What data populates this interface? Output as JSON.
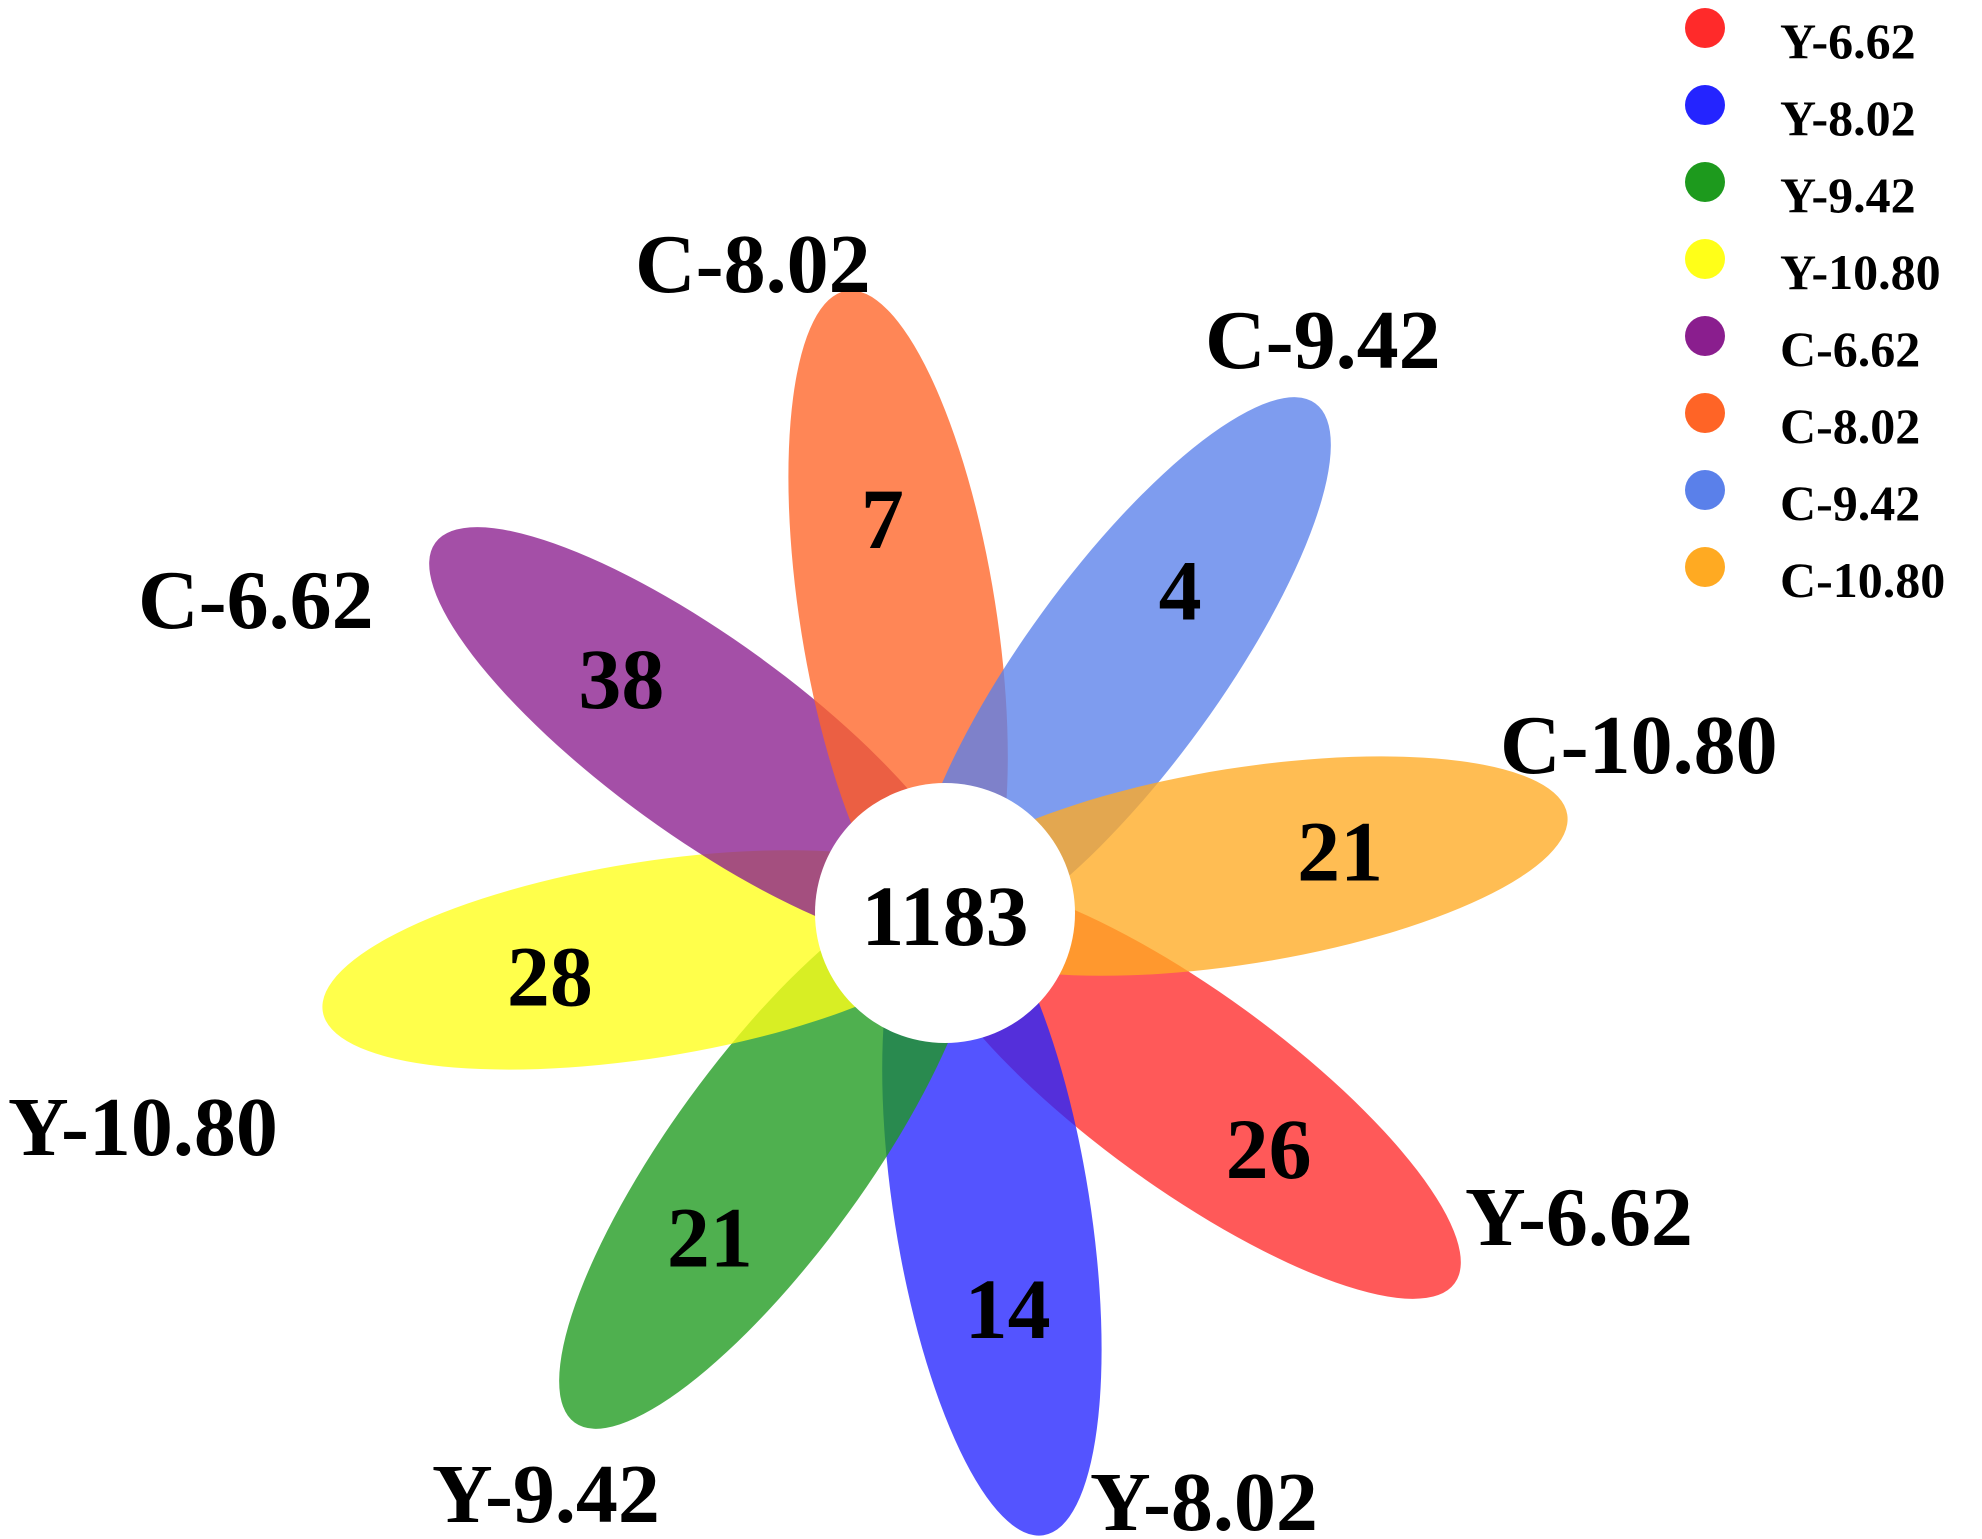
{
  "diagram": {
    "type": "flower-venn",
    "center_count": "1183",
    "petals": [
      {
        "key": "y662",
        "name": "Y-6.62",
        "unique": "26",
        "color": "#ff2a2a",
        "angle": 36
      },
      {
        "key": "y802",
        "name": "Y-8.02",
        "unique": "14",
        "color": "#2424ff",
        "angle": 81
      },
      {
        "key": "y942",
        "name": "Y-9.42",
        "unique": "21",
        "color": "#1d9a1d",
        "angle": 126
      },
      {
        "key": "y1080",
        "name": "Y-10.80",
        "unique": "28",
        "color": "#ffff18",
        "angle": 171
      },
      {
        "key": "c662",
        "name": "C-6.62",
        "unique": "38",
        "color": "#8a1e8e",
        "angle": 216
      },
      {
        "key": "c802",
        "name": "C-8.02",
        "unique": "7",
        "color": "#ff6426",
        "angle": 261
      },
      {
        "key": "c942",
        "name": "C-9.42",
        "unique": "4",
        "color": "#5a80ea",
        "angle": 306
      },
      {
        "key": "c1080",
        "name": "C-10.80",
        "unique": "21",
        "color": "#ffaa22",
        "angle": 351
      }
    ]
  },
  "legend": [
    {
      "label": "Y-6.62",
      "color": "#ff2a2a"
    },
    {
      "label": "Y-8.02",
      "color": "#2424ff"
    },
    {
      "label": "Y-9.42",
      "color": "#1d9a1d"
    },
    {
      "label": "Y-10.80",
      "color": "#ffff18"
    },
    {
      "label": "C-6.62",
      "color": "#8a1e8e"
    },
    {
      "label": "C-8.02",
      "color": "#ff6426"
    },
    {
      "label": "C-9.42",
      "color": "#5a80ea"
    },
    {
      "label": "C-10.80",
      "color": "#ffaa22"
    }
  ]
}
